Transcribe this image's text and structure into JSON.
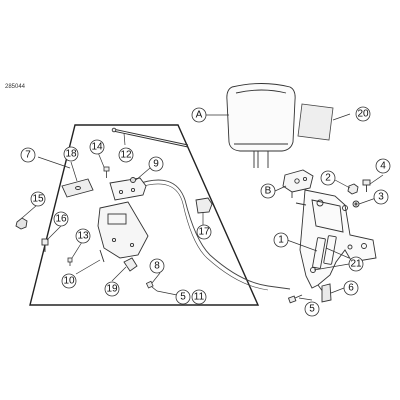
{
  "figure_id": "285044",
  "callouts": [
    {
      "key": "A",
      "label": "A"
    },
    {
      "key": "B",
      "label": "B"
    },
    {
      "key": "1",
      "label": "1"
    },
    {
      "key": "2",
      "label": "2"
    },
    {
      "key": "3",
      "label": "3"
    },
    {
      "key": "4",
      "label": "4"
    },
    {
      "key": "5a",
      "label": "5"
    },
    {
      "key": "5b",
      "label": "5"
    },
    {
      "key": "6",
      "label": "6"
    },
    {
      "key": "7",
      "label": "7"
    },
    {
      "key": "8",
      "label": "8"
    },
    {
      "key": "9",
      "label": "9"
    },
    {
      "key": "10",
      "label": "10"
    },
    {
      "key": "11",
      "label": "11"
    },
    {
      "key": "12",
      "label": "12"
    },
    {
      "key": "13",
      "label": "13"
    },
    {
      "key": "14",
      "label": "14"
    },
    {
      "key": "15",
      "label": "15"
    },
    {
      "key": "16",
      "label": "16"
    },
    {
      "key": "17",
      "label": "17"
    },
    {
      "key": "18",
      "label": "18"
    },
    {
      "key": "19",
      "label": "19"
    },
    {
      "key": "20",
      "label": "20"
    },
    {
      "key": "21",
      "label": "21"
    }
  ]
}
